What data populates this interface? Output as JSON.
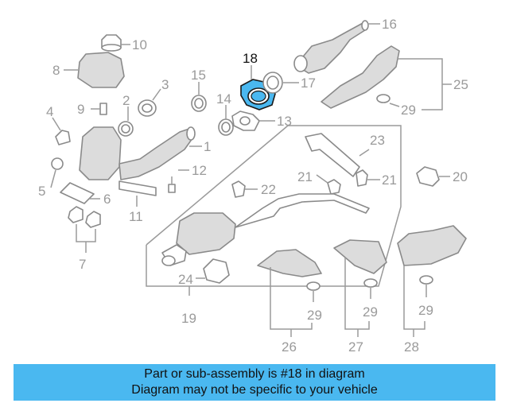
{
  "colors": {
    "highlight": "#4ab8f0",
    "banner": "#4ab8f0",
    "parts": "#8a8a8a",
    "labels": "#9a9a9a"
  },
  "highlighted_part": "18",
  "callouts": [
    "18",
    "16",
    "10",
    "8",
    "3",
    "15",
    "17",
    "25",
    "29",
    "9",
    "2",
    "4",
    "14",
    "13",
    "1",
    "23",
    "5",
    "12",
    "21",
    "22",
    "20",
    "6",
    "11",
    "7",
    "24",
    "19",
    "26",
    "27",
    "28"
  ],
  "labels": {
    "p1": "1",
    "p2": "2",
    "p3": "3",
    "p4": "4",
    "p5": "5",
    "p6": "6",
    "p7": "7",
    "p8": "8",
    "p9": "9",
    "p10": "10",
    "p11": "11",
    "p12": "12",
    "p13": "13",
    "p14": "14",
    "p15": "15",
    "p16": "16",
    "p17": "17",
    "p18": "18",
    "p19": "19",
    "p20": "20",
    "p21a": "21",
    "p21b": "21",
    "p22": "22",
    "p23": "23",
    "p24": "24",
    "p25": "25",
    "p26": "26",
    "p27": "27",
    "p28": "28",
    "p29a": "29",
    "p29b": "29",
    "p29c": "29",
    "p29d": "29"
  },
  "banner": {
    "line1": "Part or sub-assembly is #18 in diagram",
    "line2": "Diagram may not be specific to your vehicle"
  }
}
